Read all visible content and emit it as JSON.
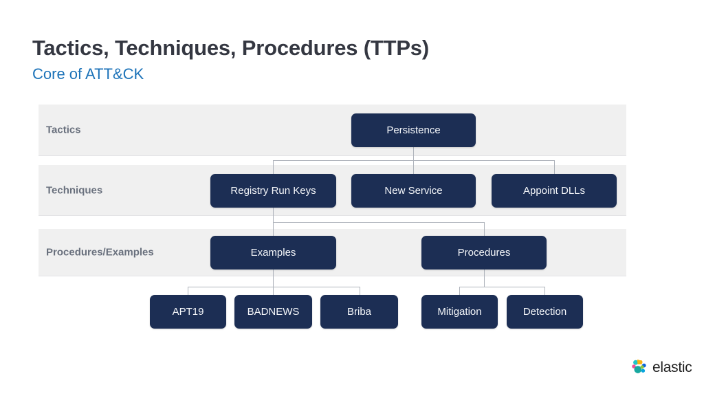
{
  "header": {
    "title": "Tactics, Techniques, Procedures (TTPs)",
    "subtitle": "Core of ATT&CK"
  },
  "diagram": {
    "bands": [
      {
        "label": "Tactics"
      },
      {
        "label": "Techniques"
      },
      {
        "label": "Procedures/Examples"
      }
    ],
    "nodes": {
      "persistence": "Persistence",
      "registry_run_keys": "Registry Run Keys",
      "new_service": "New Service",
      "appoint_dlls": "Appoint DLLs",
      "examples": "Examples",
      "procedures": "Procedures",
      "apt19": "APT19",
      "badnews": "BADNEWS",
      "briba": "Briba",
      "mitigation": "Mitigation",
      "detection": "Detection"
    }
  },
  "branding": {
    "wordmark": "elastic",
    "mark_icon": "elastic-logo-icon"
  },
  "colors": {
    "node_fill": "#1c2e54",
    "node_text": "#f5f7fa",
    "band_background": "#f0f0f0",
    "band_label": "#69707d",
    "title": "#343741",
    "subtitle_accent": "#1b72b8",
    "connector": "#aeb3bb",
    "page_background": "#ffffff"
  }
}
